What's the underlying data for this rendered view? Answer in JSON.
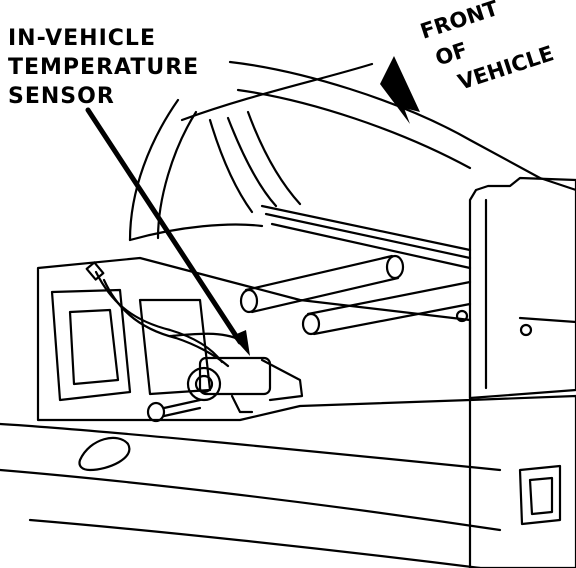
{
  "callout": {
    "line1": "IN-VEHICLE",
    "line2": "TEMPERATURE",
    "line3": "SENSOR"
  },
  "direction": {
    "line1": "FRONT",
    "line2": "OF",
    "line3": "VEHICLE"
  },
  "colors": {
    "ink": "#000000",
    "paper": "#ffffff"
  }
}
